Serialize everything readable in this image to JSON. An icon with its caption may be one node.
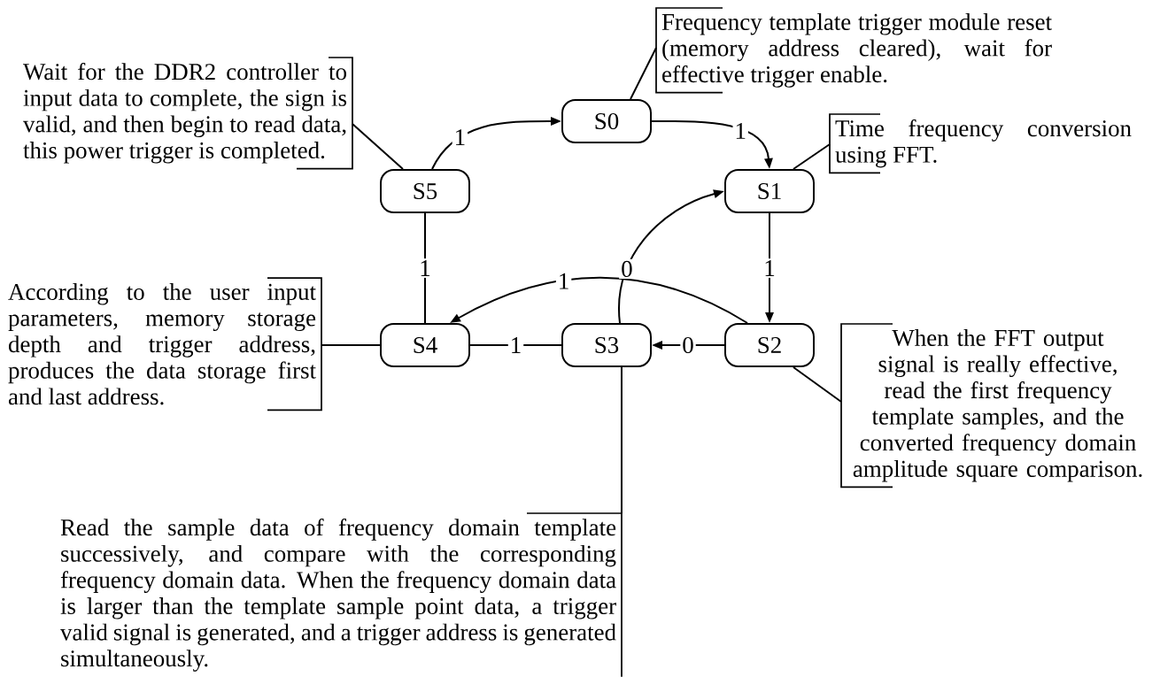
{
  "diagram": {
    "nodes": [
      {
        "text": [
          "Frequency template trigger module reset (memory address cleared), wait for effective trigger enable."
        ]
      },
      {
        "text": [
          "Wait for the DDR2 controller to input data to complete, the sign is valid, and then begin to read data, this power trigger is completed."
        ]
      },
      {
        "text": [
          "S0"
        ]
      },
      {
        "text": [
          "Time frequency conversion using FFT."
        ]
      },
      {
        "text": [
          "S5"
        ]
      },
      {
        "text": [
          "S1"
        ]
      },
      {
        "text": [
          "According to the user input parameters, memory storage depth and trigger address, produces the data storage first and last address."
        ]
      },
      {
        "text": [
          "S4"
        ]
      },
      {
        "text": [
          "S3"
        ]
      },
      {
        "text": [
          "S2"
        ]
      },
      {
        "text": [
          "When the FFT output signal is really effective, read the first frequency template samples, and the converted frequency domain amplitude square comparison."
        ]
      },
      {
        "text": [
          "Read the sample data of frequency domain template successively, and compare with the corresponding frequency domain data. When the frequency domain data is larger than the template sample point data, a trigger valid signal is generated, and a trigger address is generated simultaneously."
        ]
      }
    ],
    "edges": [
      {
        "from": 4,
        "to": 2,
        "arrow": "to",
        "label": "1"
      },
      {
        "from": 2,
        "to": 5,
        "arrow": "to",
        "label": "1"
      },
      {
        "from": 5,
        "to": 9,
        "arrow": "to",
        "label": "1"
      },
      {
        "from": 9,
        "to": 8,
        "arrow": "to",
        "label": "0"
      },
      {
        "from": 8,
        "to": 7,
        "arrow": "none",
        "label": "1"
      },
      {
        "from": 4,
        "to": 7,
        "arrow": "none",
        "label": "1"
      },
      {
        "from": 8,
        "to": 5,
        "arrow": "to",
        "label": "0"
      },
      {
        "from": 9,
        "to": 7,
        "arrow": "to",
        "label": "1"
      },
      {
        "from": 0,
        "to": 2,
        "arrow": "none"
      },
      {
        "from": 1,
        "to": 4,
        "arrow": "none"
      },
      {
        "from": 3,
        "to": 5,
        "arrow": "none"
      },
      {
        "from": 6,
        "to": 7,
        "arrow": "none"
      },
      {
        "from": 10,
        "to": 9,
        "arrow": "none"
      },
      {
        "from": 11,
        "to": 8,
        "arrow": "none"
      }
    ]
  }
}
